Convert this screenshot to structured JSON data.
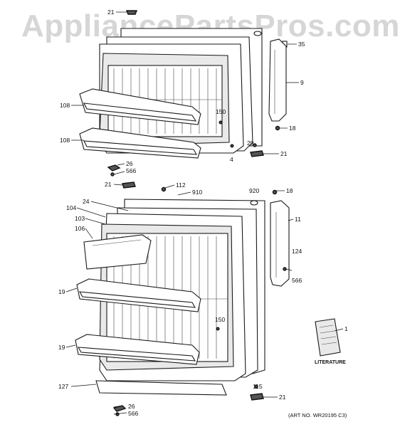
{
  "watermark": "AppliancePartsPros.com",
  "art_number": "(ART NO. WR20195 C3)",
  "literature_label": "LITERATURE",
  "callouts": {
    "c21_top": "21",
    "c35": "35",
    "c9": "9",
    "c108_a": "108",
    "c108_b": "108",
    "c150_top": "150",
    "c18_top": "18",
    "c29": "29",
    "c21_mid": "21",
    "c4": "4",
    "c26_top": "26",
    "c566_top": "566",
    "c21_lower": "21",
    "c112": "112",
    "c910": "910",
    "c920": "920",
    "c18_lower": "18",
    "c24": "24",
    "c104": "104",
    "c103": "103",
    "c106": "106",
    "c11": "11",
    "c124": "124",
    "c566_mid": "566",
    "c19_a": "19",
    "c150_lower": "150",
    "c1": "1",
    "c19_b": "19",
    "c127": "127",
    "c115": "115",
    "c21_bottom": "21",
    "c26_bottom": "26",
    "c566_bottom": "566"
  }
}
